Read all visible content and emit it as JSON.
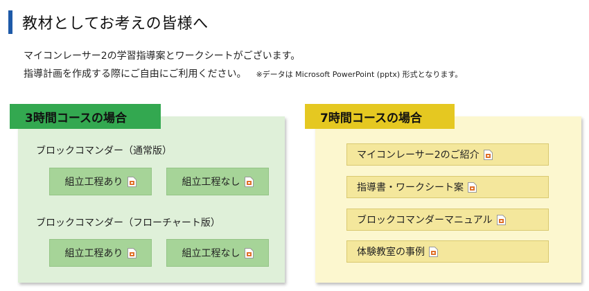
{
  "heading": {
    "title": "教材としてお考えの皆様へ"
  },
  "intro": {
    "line1": "マイコンレーサー2の学習指導案とワークシートがございます。",
    "line2": "指導計画を作成する際にご自由にご利用ください。",
    "note": "※データは Microsoft PowerPoint (pptx) 形式となります。"
  },
  "course3": {
    "tag": "3時間コースの場合",
    "section1": {
      "label": "ブロックコマンダー（通常版）",
      "buttons": [
        "組立工程あり",
        "組立工程なし"
      ]
    },
    "section2": {
      "label": "ブロックコマンダー（フローチャート版）",
      "buttons": [
        "組立工程あり",
        "組立工程なし"
      ]
    }
  },
  "course7": {
    "tag": "7時間コースの場合",
    "buttons": [
      "マイコンレーサー2のご紹介",
      "指導書・ワークシート案",
      "ブロックコマンダーマニュアル",
      "体験教室の事例"
    ]
  },
  "colors": {
    "accent": "#1e5aa8",
    "green_tag": "#33a850",
    "green_panel": "#dff0d9",
    "green_button": "#a6d498",
    "yellow_tag": "#e5c821",
    "yellow_panel": "#fcf7cf",
    "yellow_button": "#f4e79c",
    "pptx_icon": "#e0702a"
  },
  "icons": {
    "file": "pptx-file-icon"
  }
}
